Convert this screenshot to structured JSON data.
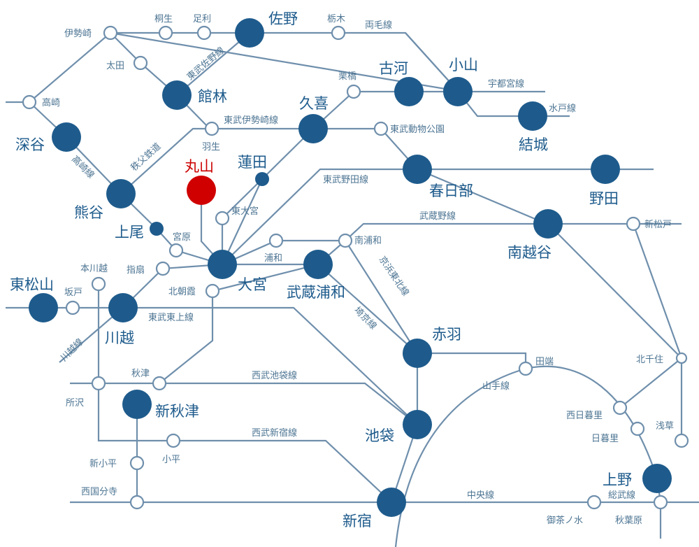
{
  "highlight_color": "#d00000",
  "major_station_color": "#1e5b8c",
  "line_color": "#6f8fac",
  "highlight_station": "丸山",
  "stations_major": {
    "sano": "佐野",
    "tatebayashi": "館林",
    "fukaya": "深谷",
    "kumagaya": "熊谷",
    "koga": "古河",
    "oyama": "小山",
    "yuki": "結城",
    "kuki": "久喜",
    "hasuda": "蓮田",
    "kasukabe": "春日部",
    "noda": "野田",
    "minamikoshigaya": "南越谷",
    "omiya": "大宮",
    "musashiurawa": "武蔵浦和",
    "akabane": "赤羽",
    "ikebukuro": "池袋",
    "higashimatsuyama": "東松山",
    "kawagoe": "川越",
    "shinakitsu": "新秋津",
    "shinjuku": "新宿",
    "ueno": "上野",
    "ageo": "上尾"
  },
  "stations_minor": {
    "isesaki": "伊勢崎",
    "kiryu": "桐生",
    "ashikaga": "足利",
    "tochigi": "栃木",
    "ota": "太田",
    "takasaki": "高崎",
    "hanyu": "羽生",
    "kurihashi": "栗橋",
    "tobudobutsukoen": "東武動物公園",
    "higashiomiya": "東大宮",
    "miyahara": "宮原",
    "minamiurawa": "南浦和",
    "urawa": "浦和",
    "shinmatsudo": "新松戸",
    "kawagoeshi": "本川越",
    "sakado": "坂戸",
    "sashiogi": "指扇",
    "kitaasaka": "北朝霞",
    "tabata": "田端",
    "kitasenju": "北千住",
    "akitsu": "秋津",
    "tokorozawa": "所沢",
    "nishinippori": "西日暮里",
    "nippori": "日暮里",
    "asakusa": "浅草",
    "kodaira": "小平",
    "shinkodaira": "新小平",
    "nishikokubunji": "西国分寺",
    "ochanomizu": "御茶ノ水",
    "akihabara": "秋葉原"
  },
  "lines": {
    "ryomo": "両毛線",
    "tobusano": "東武佐野線",
    "utsunomiya": "宇都宮線",
    "mito": "水戸線",
    "tobuisesaki": "東武伊勢崎線",
    "chichibu": "秩父鉄道",
    "takasaki": "高崎線",
    "tobunoda": "東武野田線",
    "musashino": "武蔵野線",
    "keihintohoku": "京浜東北線",
    "saikyo": "埼京線",
    "tobutojo": "東武東上線",
    "kawagoe": "川越線",
    "yamanote": "山手線",
    "seibuikebukuro": "西武池袋線",
    "seibushinjuku": "西武新宿線",
    "chuo": "中央線",
    "sobu": "総武線"
  }
}
